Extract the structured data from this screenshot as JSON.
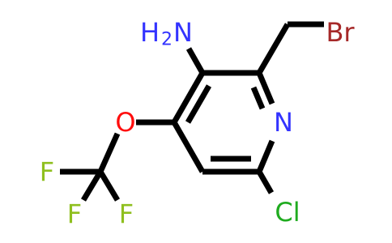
{
  "molecule": {
    "atoms": {
      "amino_h": "H",
      "amino_sub": "2",
      "amino_n": "N",
      "bromine": "Br",
      "ring_nitrogen": "N",
      "chlorine": "Cl",
      "oxygen": "O",
      "fluorine_top": "F",
      "fluorine_left": "F",
      "fluorine_right": "F"
    },
    "colors": {
      "nitrogen": "#3333ff",
      "bromine": "#a62929",
      "chlorine": "#1fab1f",
      "oxygen": "#ff0d0d",
      "fluorine": "#8fbf1f",
      "bond": "#000000"
    }
  }
}
